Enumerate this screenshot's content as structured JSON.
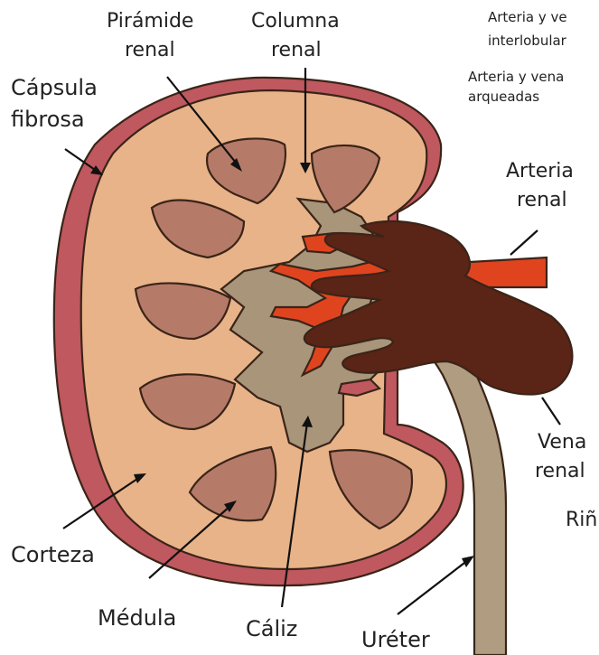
{
  "colors": {
    "capsule": "#c0585f",
    "cortex": "#e8b389",
    "medulla": "#b67a69",
    "calyx": "#a8957a",
    "artery": "#e0441f",
    "vein": "#5a2417",
    "ureter": "#b09c80",
    "pelvis": "#a8957a"
  },
  "labels": {
    "piramide_1": "Pirámide",
    "piramide_2": "renal",
    "columna_1": "Columna",
    "columna_2": "renal",
    "capsula_1": "Cápsula",
    "capsula_2": "fibrosa",
    "interlob_1": "Arteria y ve",
    "interlob_2": "interlobular",
    "arqueadas_1": "Arteria y vena",
    "arqueadas_2": "arqueadas",
    "arteria_1": "Arteria",
    "arteria_2": "renal",
    "vena_1": "Vena",
    "vena_2": "renal",
    "rinon": "Riñ",
    "corteza": "Corteza",
    "medula": "Médula",
    "caliz": "Cáliz",
    "ureter": "Uréter"
  }
}
